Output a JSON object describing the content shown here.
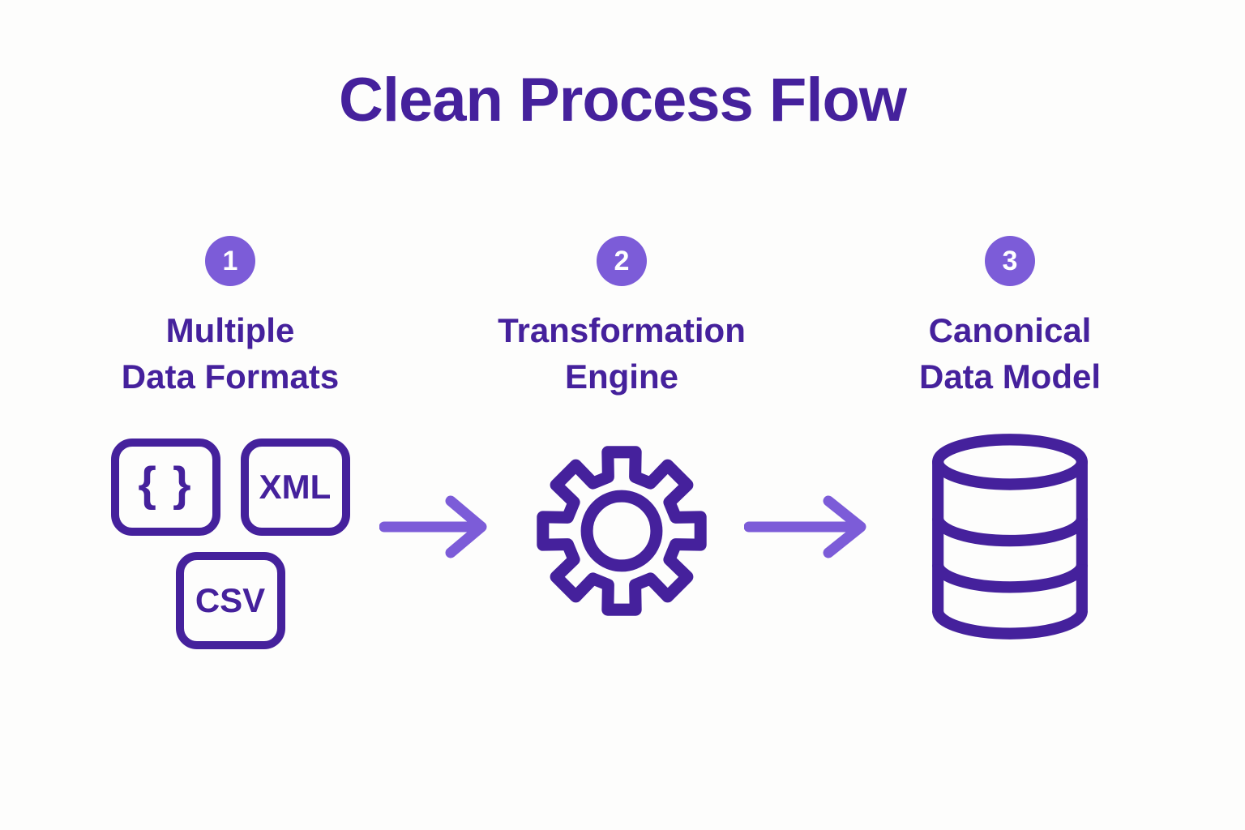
{
  "title": "Clean Process Flow",
  "colors": {
    "deep_purple": "#45219C",
    "medium_purple": "#7C5CD8",
    "badge_text": "#FFFFFF",
    "background": "#FDFDFC"
  },
  "steps": [
    {
      "number": "1",
      "label_line1": "Multiple",
      "label_line2": "Data Formats",
      "icons": {
        "braces_label": "{ }",
        "xml_label": "XML",
        "csv_label": "CSV"
      }
    },
    {
      "number": "2",
      "label_line1": "Transformation",
      "label_line2": "Engine",
      "icon": "gear-icon"
    },
    {
      "number": "3",
      "label_line1": "Canonical",
      "label_line2": "Data Model",
      "icon": "database-icon"
    }
  ],
  "arrows": [
    {
      "icon": "arrow-right-icon"
    },
    {
      "icon": "arrow-right-icon"
    }
  ]
}
